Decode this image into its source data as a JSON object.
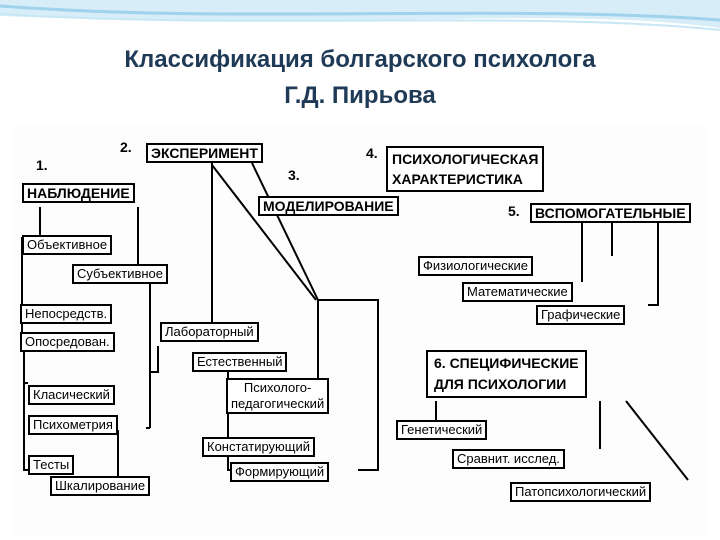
{
  "title_line1": "Классификация болгарского психолога",
  "title_line2": "Г.Д. Пирьова",
  "numbers": {
    "n1": "1.",
    "n2": "2.",
    "n3": "3.",
    "n4": "4.",
    "n5": "5."
  },
  "nodes": {
    "observation": "НАБЛЮДЕНИЕ",
    "objective": "Объективное",
    "subjective": "Субъективное",
    "direct": "Непосредств.",
    "indirect": "Опосредован.",
    "experiment": "ЭКСПЕРИМЕНТ",
    "laboratory": "Лабораторный",
    "natural": "Естественный",
    "psych_ped_1": "Психолого-",
    "psych_ped_2": "педагогический",
    "ascertaining": "Констатирующий",
    "forming": "Формирующий",
    "modeling": "МОДЕЛИРОВАНИЕ",
    "char_1": "ПСИХОЛОГИЧЕСКАЯ",
    "char_2": "ХАРАКТЕРИСТИКА",
    "auxiliary": "ВСПОМОГАТЕЛЬНЫЕ",
    "physiological": "Физиологические",
    "mathematical": "Математические",
    "graphic": "Графические",
    "specific_1": "6.  СПЕЦИФИЧЕСКИЕ",
    "specific_2": "ДЛЯ ПСИХОЛОГИИ",
    "genetic": "Генетический",
    "comparative": "Сравнит. исслед.",
    "pathopsych": "Патопсихологический",
    "classic": "Класический",
    "psychometry": "Психометрия",
    "tests": "Тесты",
    "scaling": "Шкалирование"
  }
}
